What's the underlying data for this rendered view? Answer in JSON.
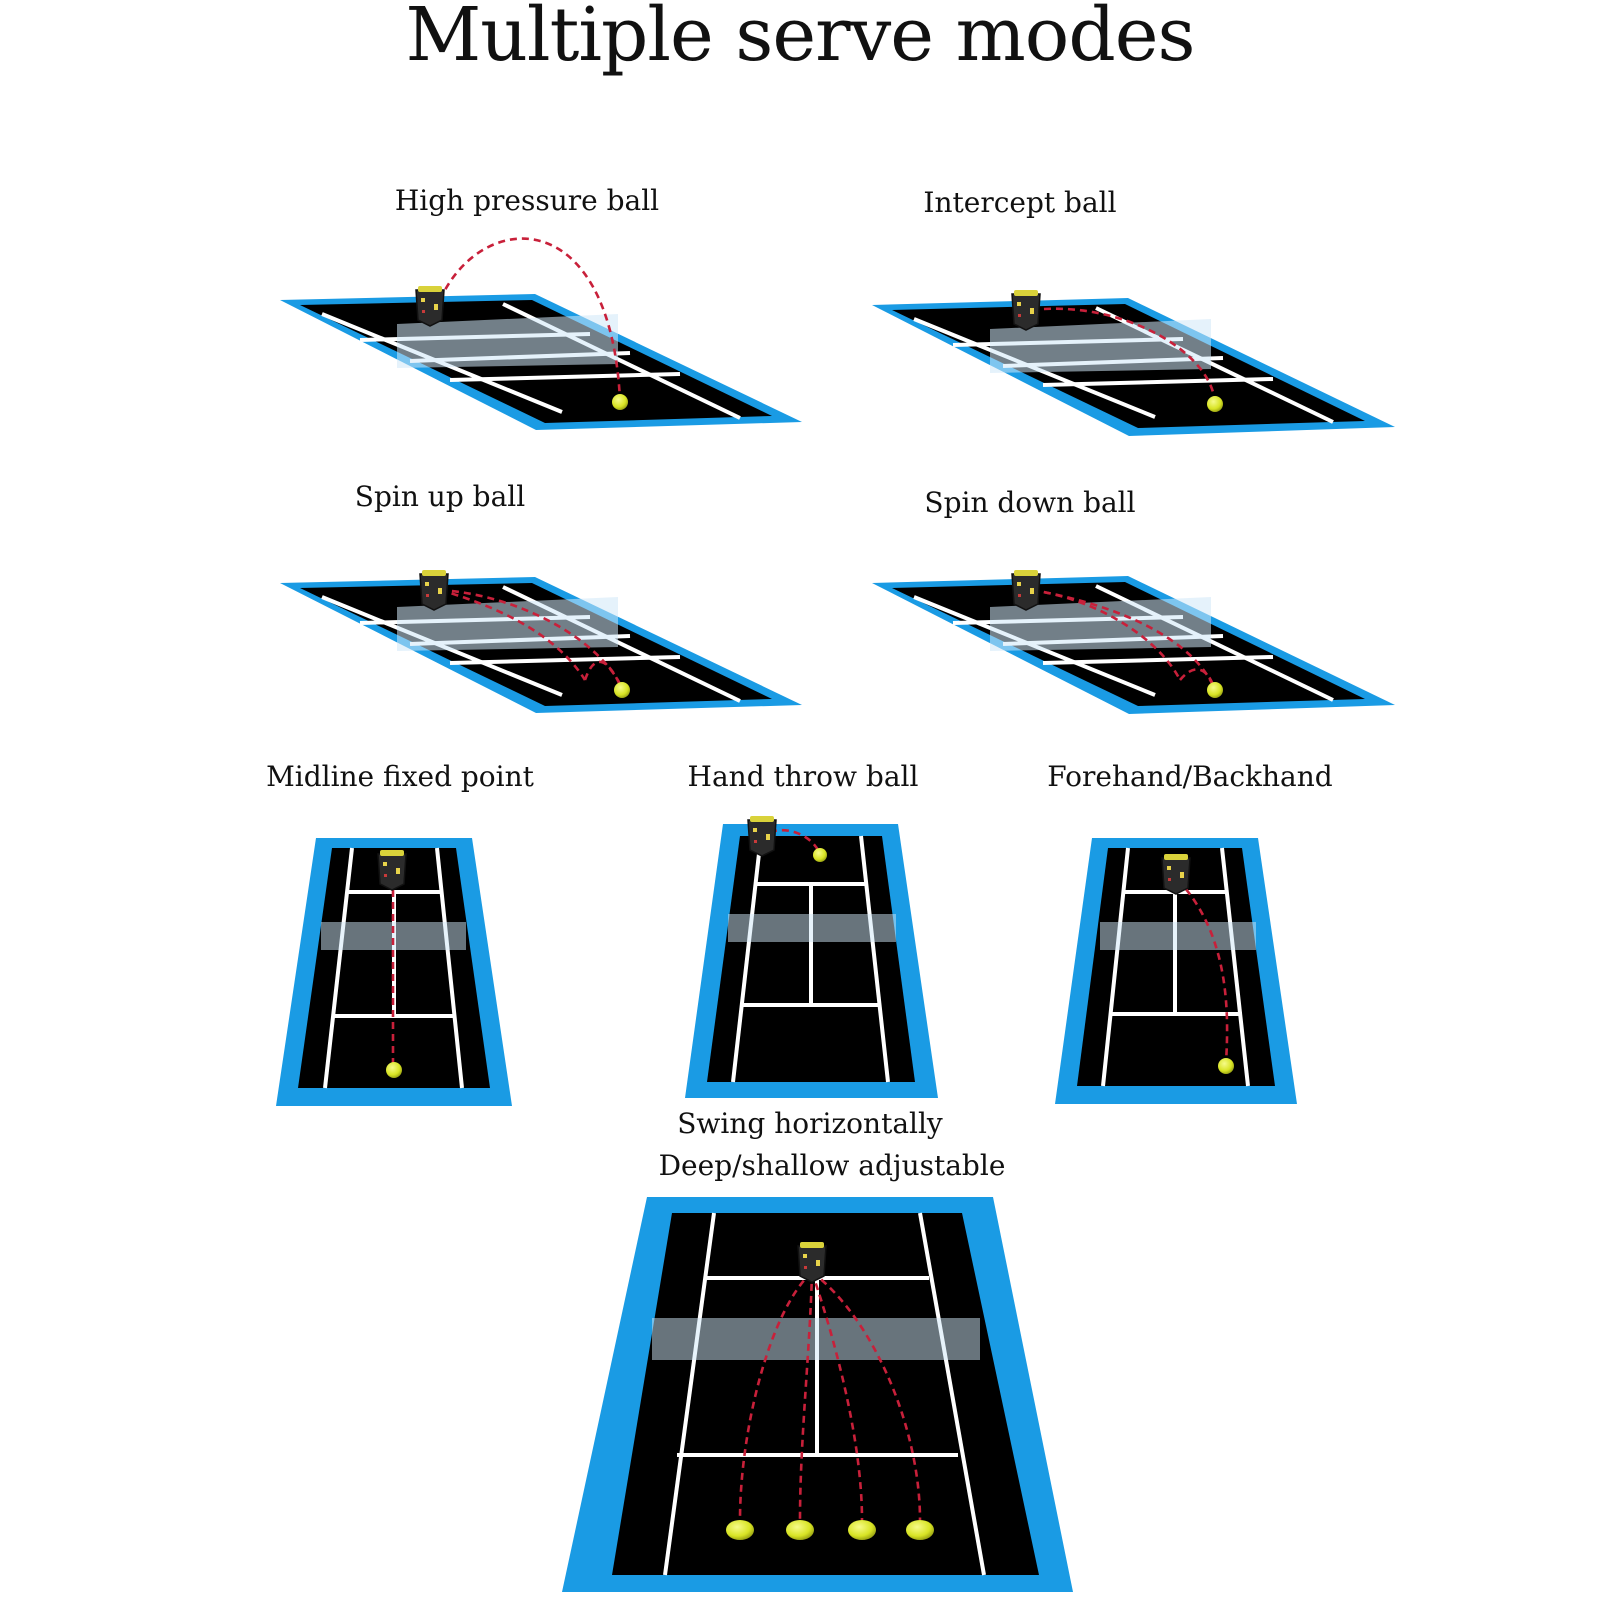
{
  "title": "Multiple serve modes",
  "colors": {
    "court": "#1a9be4",
    "court_inner": "#1e8fd8",
    "lines": "#ffffff",
    "trajectory": "#c8203a",
    "ball": "#e3ec2c",
    "machine": "#2b2b2b"
  },
  "modes": [
    {
      "label": "High pressure ball"
    },
    {
      "label": "Intercept ball"
    },
    {
      "label": "Spin up ball"
    },
    {
      "label": "Spin down ball"
    },
    {
      "label": "Midline fixed point"
    },
    {
      "label": "Hand throw ball"
    },
    {
      "label": "Forehand/Backhand"
    },
    {
      "label": "Swing horizontally",
      "label2": "Deep/shallow adjustable"
    }
  ]
}
